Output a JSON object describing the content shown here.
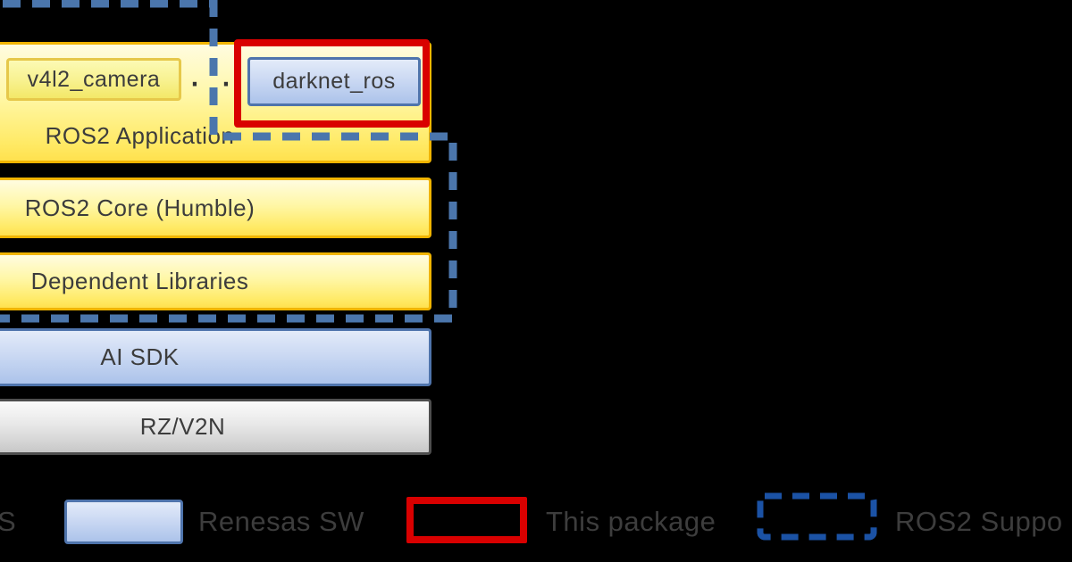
{
  "stack": {
    "app": {
      "label": "ROS2 Application",
      "nodes": [
        {
          "label": "v4l2_camera",
          "category": "OSS"
        },
        {
          "label": "darknet_ros",
          "category": "Renesas SW",
          "highlight": "This package"
        }
      ],
      "ellipsis": [
        "·",
        "·"
      ]
    },
    "layers": [
      {
        "label": "ROS2 Core (Humble)",
        "category": "OSS"
      },
      {
        "label": "Dependent Libraries",
        "category": "OSS"
      },
      {
        "label": "AI SDK",
        "category": "Renesas SW"
      },
      {
        "label": "RZ/V2N",
        "category": "hardware"
      }
    ]
  },
  "legend": {
    "oss_label_fragment": "S",
    "renesas_sw_label": "Renesas SW",
    "this_package_label": "This package",
    "ros2_support_label": "ROS2 Suppo"
  },
  "colors": {
    "background": "#000000",
    "oss_yellow_border": "#F0B400",
    "renesas_blue_border": "#4F74AC",
    "hardware_gray_border": "#4E4E4E",
    "this_package_red": "#D90000",
    "support_boundary_dash_blue": "#4B76AC",
    "legend_dash_blue": "#1B52A5",
    "label_text": "#3C3C3C"
  }
}
